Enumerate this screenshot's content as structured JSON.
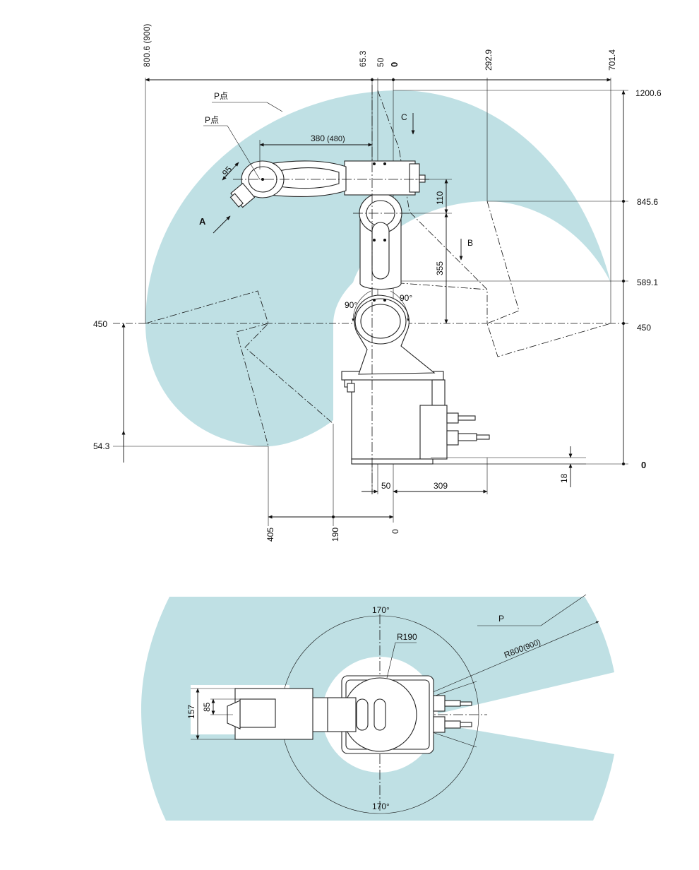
{
  "side_view": {
    "top_dims": {
      "reach_800": "800.6 (900)",
      "d65": "65.3",
      "d50": "50",
      "zero": "0",
      "d292": "292.9",
      "d701": "701.4"
    },
    "right_dims": {
      "h1200": "1200.6",
      "h845": "845.6",
      "h589": "589.1",
      "h450": "450",
      "zero": "0"
    },
    "left_dims": {
      "h450": "450",
      "h54": "54.3"
    },
    "inner_dims": {
      "arm_380": "380",
      "arm_480": "(480)",
      "d95": "95",
      "d110": "110",
      "d355": "355",
      "angle_left": "90°",
      "angle_right": "90°",
      "d18": "18"
    },
    "bottom_dims": {
      "d50": "50",
      "d309": "309",
      "d405": "405",
      "d190": "190",
      "zero": "0"
    },
    "labels": {
      "p_point_1": "P点",
      "p_point_2": "P点",
      "view_a": "A",
      "view_b": "B",
      "view_c": "C"
    }
  },
  "top_view": {
    "angle_top": "170°",
    "angle_bottom": "170°",
    "p_label": "P",
    "r190": "R190",
    "r800": "R800",
    "r900": "(900)",
    "d157": "157",
    "d85": "85"
  },
  "colors": {
    "work_envelope": "#bfe0e4",
    "lines": "#111111"
  }
}
